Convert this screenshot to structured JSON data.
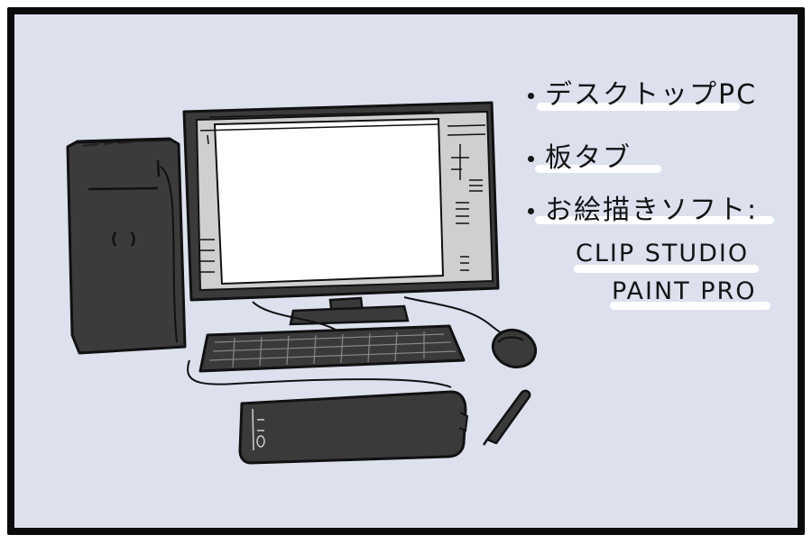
{
  "list": {
    "items": [
      "デスクトップPC",
      "板タブ",
      "お絵描きソフト:"
    ]
  },
  "software": {
    "line1": "CLIP STUDIO",
    "line2": "PAINT PRO"
  },
  "colors": {
    "background": "#dde1ee",
    "border": "#0b0b0b",
    "device": "#3b3b3b",
    "screen": "#ffffff",
    "app_ui": "#cfcfcf"
  }
}
